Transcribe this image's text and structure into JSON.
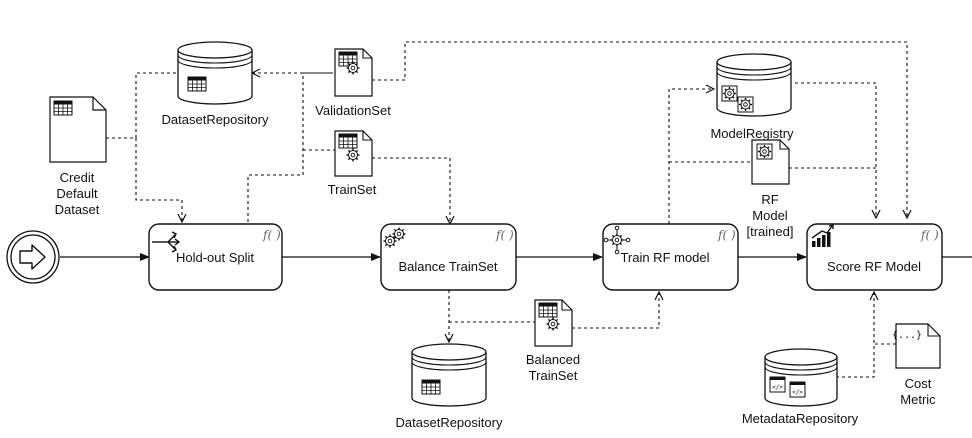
{
  "tasks": {
    "holdout": {
      "label": "Hold-out Split",
      "fx": "f( )"
    },
    "balance": {
      "label": "Balance TrainSet",
      "fx": "f( )"
    },
    "train": {
      "label": "Train RF model",
      "fx": "f( )"
    },
    "score": {
      "label": "Score RF Model",
      "fx": "f( )"
    }
  },
  "data_objects": {
    "credit_dataset": [
      "Credit",
      "Default",
      "Dataset"
    ],
    "validation_set": "ValidationSet",
    "train_set": "TrainSet",
    "balanced_trainset": [
      "Balanced",
      "TrainSet"
    ],
    "rf_model": [
      "RF",
      "Model",
      "[trained]"
    ],
    "cost_metric": [
      "Cost",
      "Metric"
    ],
    "cost_metric_glyph": "{...}"
  },
  "stores": {
    "dataset_repo_top": "DatasetRepository",
    "dataset_repo_bottom": "DatasetRepository",
    "model_registry": "ModelRegistry",
    "metadata_repo": "MetadataRepository"
  },
  "icons": {
    "start_event": "arrow-right-icon",
    "holdout": "split-icon",
    "balance": "gears-icon",
    "train": "gear-network-icon",
    "score": "bar-chart-icon"
  }
}
